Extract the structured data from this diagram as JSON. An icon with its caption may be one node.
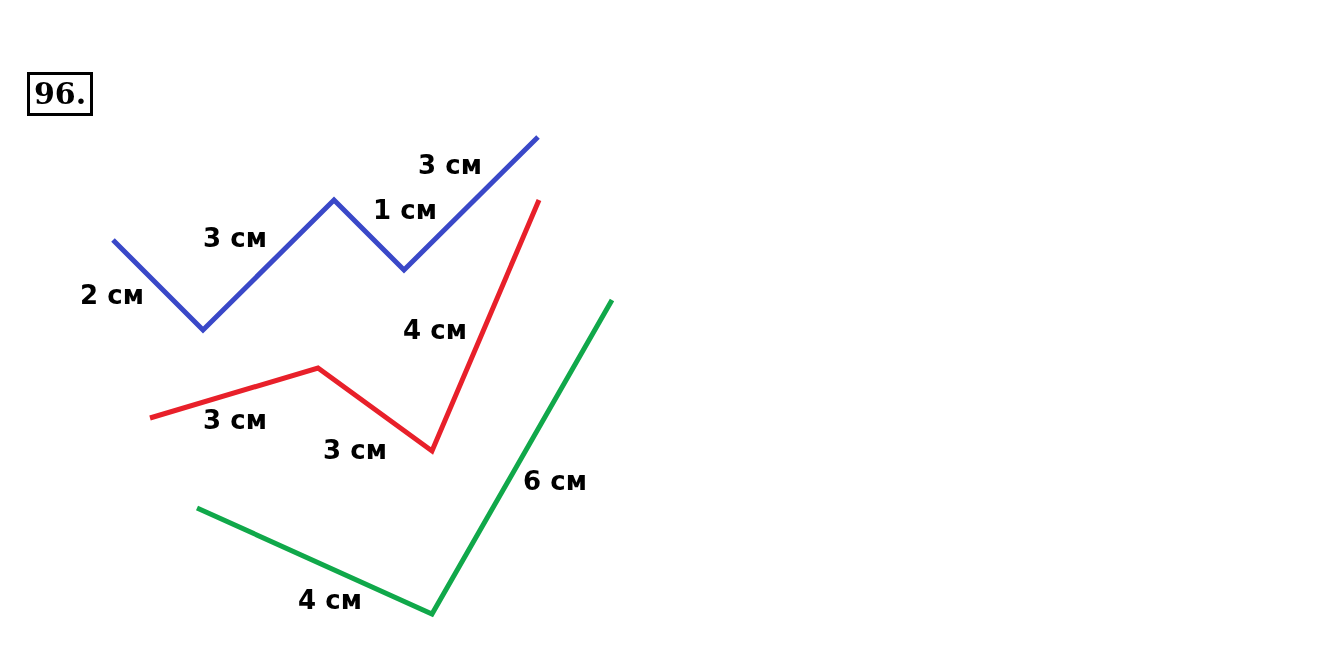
{
  "diagram": {
    "title": "96.",
    "labels": [
      "2 см",
      "3 см",
      "1 см",
      "3 см",
      "3 см",
      "3 см",
      "4 см",
      "4 см",
      "6 см"
    ]
  }
}
